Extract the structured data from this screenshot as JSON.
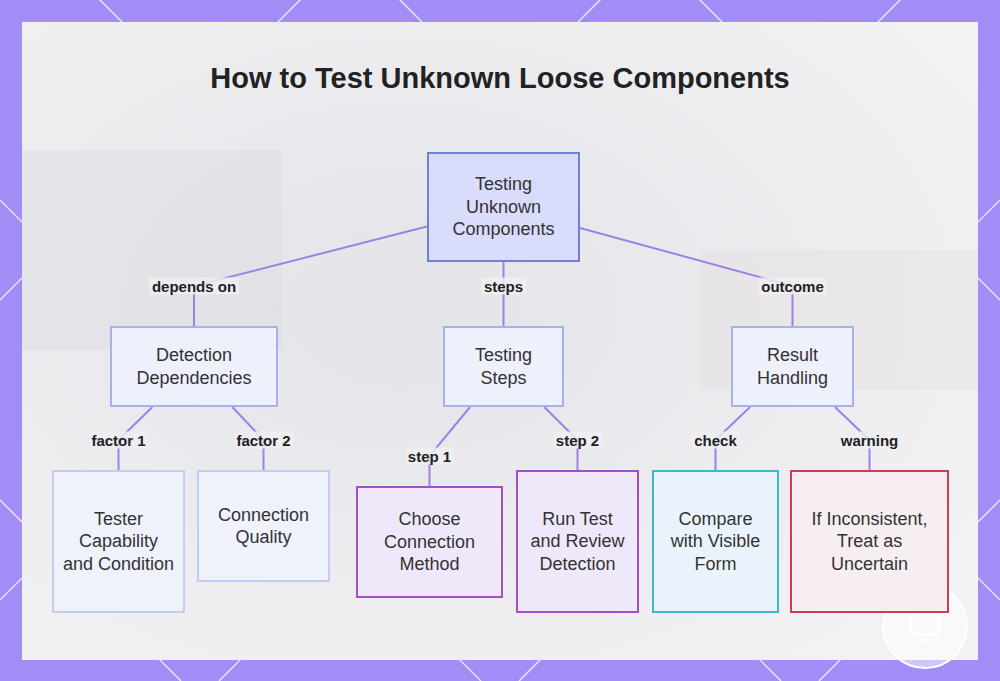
{
  "diagram": {
    "title": "How to Test Unknown Loose Components",
    "nodes": [
      {
        "text": [
          "Testing Unknown Components"
        ]
      },
      {
        "text": [
          "Detection Dependencies"
        ]
      },
      {
        "text": [
          "Testing Steps"
        ]
      },
      {
        "text": [
          "Result Handling"
        ]
      },
      {
        "text": [
          "Tester Capability and Condition"
        ]
      },
      {
        "text": [
          "Connection Quality"
        ]
      },
      {
        "text": [
          "Choose Connection Method"
        ]
      },
      {
        "text": [
          "Run Test and Review Detection"
        ]
      },
      {
        "text": [
          "Compare with Visible Form"
        ]
      },
      {
        "text": [
          "If Inconsistent, Treat as Uncertain"
        ]
      }
    ],
    "edges": [
      {
        "from": 0,
        "to": 1,
        "label": "depends on",
        "arrow": "none"
      },
      {
        "from": 0,
        "to": 2,
        "label": "steps",
        "arrow": "none"
      },
      {
        "from": 0,
        "to": 3,
        "label": "outcome",
        "arrow": "none"
      },
      {
        "from": 1,
        "to": 4,
        "label": "factor 1",
        "arrow": "none"
      },
      {
        "from": 1,
        "to": 5,
        "label": "factor 2",
        "arrow": "none"
      },
      {
        "from": 2,
        "to": 6,
        "label": "step 1",
        "arrow": "none"
      },
      {
        "from": 2,
        "to": 7,
        "label": "step 2",
        "arrow": "none"
      },
      {
        "from": 3,
        "to": 8,
        "label": "check",
        "arrow": "none"
      },
      {
        "from": 3,
        "to": 9,
        "label": "warning",
        "arrow": "none"
      }
    ]
  }
}
